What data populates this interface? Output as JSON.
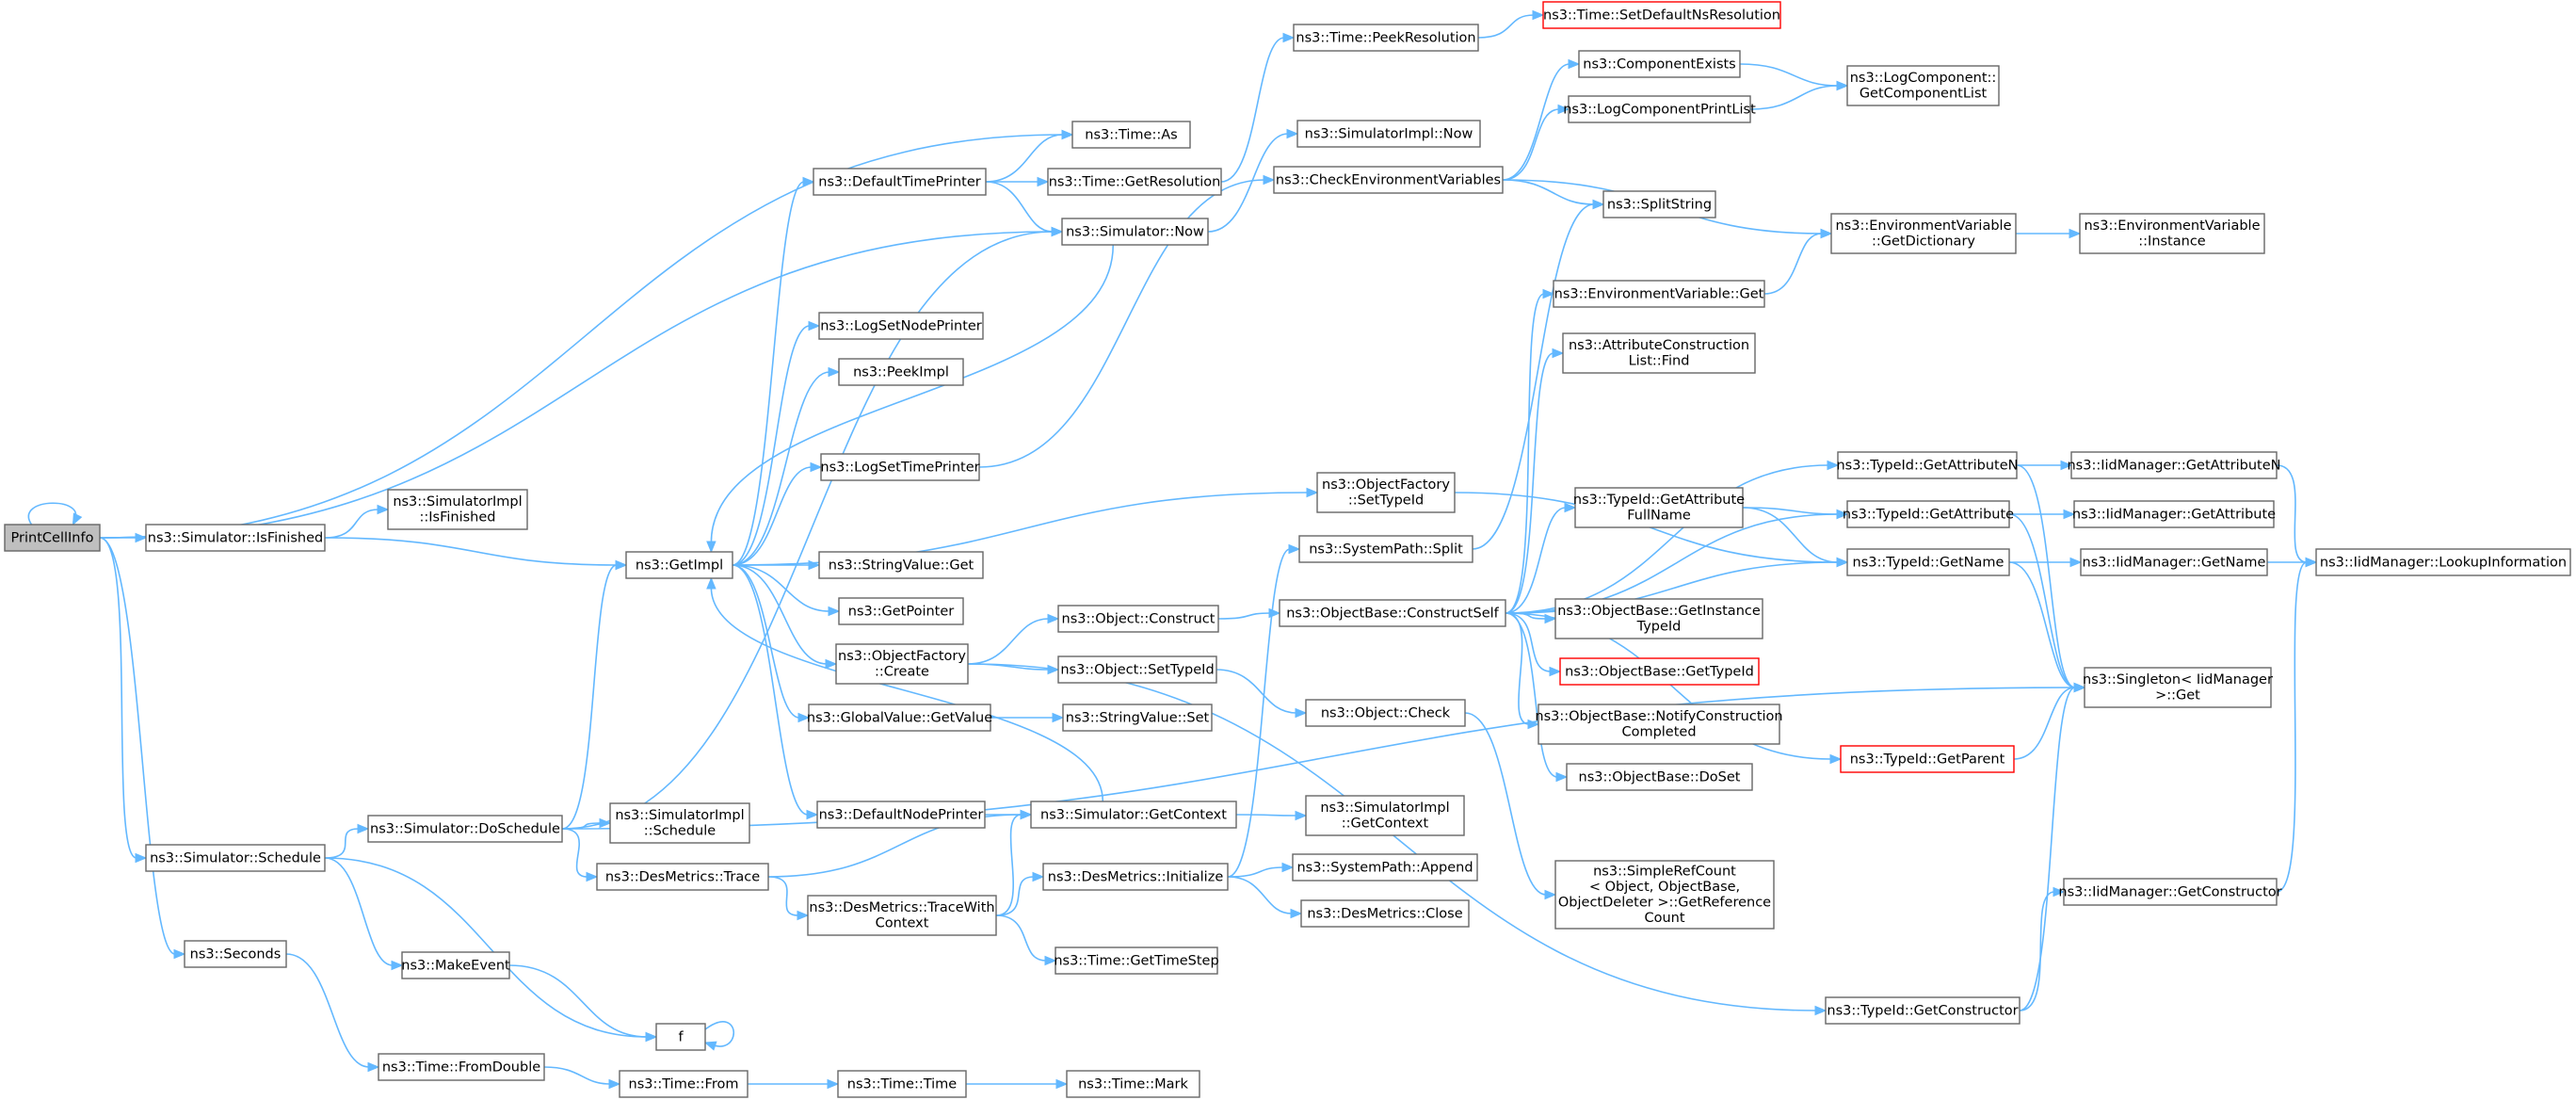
{
  "nodes": [
    {
      "id": "PrintCellInfo",
      "lines": [
        "PrintCellInfo"
      ],
      "root": true
    },
    {
      "id": "IsFinished",
      "lines": [
        "ns3::Simulator::IsFinished"
      ]
    },
    {
      "id": "SimImplIsFinished",
      "lines": [
        "ns3::SimulatorImpl",
        "::IsFinished"
      ]
    },
    {
      "id": "Schedule",
      "lines": [
        "ns3::Simulator::Schedule"
      ]
    },
    {
      "id": "Seconds",
      "lines": [
        "ns3::Seconds"
      ]
    },
    {
      "id": "DoSchedule",
      "lines": [
        "ns3::Simulator::DoSchedule"
      ]
    },
    {
      "id": "SimImplSchedule",
      "lines": [
        "ns3::SimulatorImpl",
        "::Schedule"
      ]
    },
    {
      "id": "MakeEvent",
      "lines": [
        "ns3::MakeEvent"
      ]
    },
    {
      "id": "f",
      "lines": [
        "f"
      ]
    },
    {
      "id": "FromDouble",
      "lines": [
        "ns3::Time::FromDouble"
      ]
    },
    {
      "id": "TimeFrom",
      "lines": [
        "ns3::Time::From"
      ]
    },
    {
      "id": "TimeTime",
      "lines": [
        "ns3::Time::Time"
      ]
    },
    {
      "id": "TimeMark",
      "lines": [
        "ns3::Time::Mark"
      ]
    },
    {
      "id": "GetImpl",
      "lines": [
        "ns3::GetImpl"
      ]
    },
    {
      "id": "DefaultTimePrinter",
      "lines": [
        "ns3::DefaultTimePrinter"
      ]
    },
    {
      "id": "LogSetNodePrinter",
      "lines": [
        "ns3::LogSetNodePrinter"
      ]
    },
    {
      "id": "PeekImpl",
      "lines": [
        "ns3::PeekImpl"
      ]
    },
    {
      "id": "LogSetTimePrinter",
      "lines": [
        "ns3::LogSetTimePrinter"
      ]
    },
    {
      "id": "StringValueGet",
      "lines": [
        "ns3::StringValue::Get"
      ]
    },
    {
      "id": "GetPointer",
      "lines": [
        "ns3::GetPointer"
      ]
    },
    {
      "id": "ObjectFactoryCreate",
      "lines": [
        "ns3::ObjectFactory",
        "::Create"
      ]
    },
    {
      "id": "GlobalValueGetValue",
      "lines": [
        "ns3::GlobalValue::GetValue"
      ]
    },
    {
      "id": "DefaultNodePrinter",
      "lines": [
        "ns3::DefaultNodePrinter"
      ]
    },
    {
      "id": "DesMetricsTrace",
      "lines": [
        "ns3::DesMetrics::Trace"
      ]
    },
    {
      "id": "TraceWithContext",
      "lines": [
        "ns3::DesMetrics::TraceWith",
        "Context"
      ]
    },
    {
      "id": "TimeAs",
      "lines": [
        "ns3::Time::As"
      ]
    },
    {
      "id": "GetResolution",
      "lines": [
        "ns3::Time::GetResolution"
      ]
    },
    {
      "id": "SimulatorNow",
      "lines": [
        "ns3::Simulator::Now"
      ]
    },
    {
      "id": "PeekResolution",
      "lines": [
        "ns3::Time::PeekResolution"
      ]
    },
    {
      "id": "SetDefaultNsResolution",
      "lines": [
        "ns3::Time::SetDefaultNsResolution"
      ],
      "red": true
    },
    {
      "id": "ObjectConstruct",
      "lines": [
        "ns3::Object::Construct"
      ]
    },
    {
      "id": "ObjectSetTypeId",
      "lines": [
        "ns3::Object::SetTypeId"
      ]
    },
    {
      "id": "StringValueSet",
      "lines": [
        "ns3::StringValue::Set"
      ]
    },
    {
      "id": "SimGetContext",
      "lines": [
        "ns3::Simulator::GetContext"
      ]
    },
    {
      "id": "DesInitialize",
      "lines": [
        "ns3::DesMetrics::Initialize"
      ]
    },
    {
      "id": "TimeGetTimeStep",
      "lines": [
        "ns3::Time::GetTimeStep"
      ]
    },
    {
      "id": "SimImplNow",
      "lines": [
        "ns3::SimulatorImpl::Now"
      ]
    },
    {
      "id": "CheckEnv",
      "lines": [
        "ns3::CheckEnvironmentVariables"
      ]
    },
    {
      "id": "OFSetTypeId",
      "lines": [
        "ns3::ObjectFactory",
        "::SetTypeId"
      ]
    },
    {
      "id": "SystemPathSplit",
      "lines": [
        "ns3::SystemPath::Split"
      ]
    },
    {
      "id": "ConstructSelf",
      "lines": [
        "ns3::ObjectBase::ConstructSelf"
      ]
    },
    {
      "id": "ObjectCheck",
      "lines": [
        "ns3::Object::Check"
      ]
    },
    {
      "id": "SimImplGetContext",
      "lines": [
        "ns3::SimulatorImpl",
        "::GetContext"
      ]
    },
    {
      "id": "SystemPathAppend",
      "lines": [
        "ns3::SystemPath::Append"
      ]
    },
    {
      "id": "DesClose",
      "lines": [
        "ns3::DesMetrics::Close"
      ]
    },
    {
      "id": "ComponentExists",
      "lines": [
        "ns3::ComponentExists"
      ]
    },
    {
      "id": "LogComponentPrintList",
      "lines": [
        "ns3::LogComponentPrintList"
      ]
    },
    {
      "id": "SplitString",
      "lines": [
        "ns3::SplitString"
      ]
    },
    {
      "id": "EnvGet",
      "lines": [
        "ns3::EnvironmentVariable::Get"
      ]
    },
    {
      "id": "AttrConstructionFind",
      "lines": [
        "ns3::AttributeConstruction",
        "List::Find"
      ]
    },
    {
      "id": "TypeIdGetAttributeFullName",
      "lines": [
        "ns3::TypeId::GetAttribute",
        "FullName"
      ]
    },
    {
      "id": "GetInstanceTypeId",
      "lines": [
        "ns3::ObjectBase::GetInstance",
        "TypeId"
      ]
    },
    {
      "id": "ObjectBaseGetTypeId",
      "lines": [
        "ns3::ObjectBase::GetTypeId"
      ],
      "red": true
    },
    {
      "id": "NotifyConstructionCompleted",
      "lines": [
        "ns3::ObjectBase::NotifyConstruction",
        "Completed"
      ]
    },
    {
      "id": "ObjectBaseDoSet",
      "lines": [
        "ns3::ObjectBase::DoSet"
      ]
    },
    {
      "id": "SimpleRefCount",
      "lines": [
        "ns3::SimpleRefCount",
        "< Object, ObjectBase,",
        "ObjectDeleter >::GetReference",
        "Count"
      ]
    },
    {
      "id": "LogComponentGetComponentList",
      "lines": [
        "ns3::LogComponent::",
        "GetComponentList"
      ]
    },
    {
      "id": "EnvGetDictionary",
      "lines": [
        "ns3::EnvironmentVariable",
        "::GetDictionary"
      ]
    },
    {
      "id": "EnvInstance",
      "lines": [
        "ns3::EnvironmentVariable",
        "::Instance"
      ]
    },
    {
      "id": "TypeIdGetAttributeN",
      "lines": [
        "ns3::TypeId::GetAttributeN"
      ]
    },
    {
      "id": "TypeIdGetAttribute",
      "lines": [
        "ns3::TypeId::GetAttribute"
      ]
    },
    {
      "id": "TypeIdGetName",
      "lines": [
        "ns3::TypeId::GetName"
      ]
    },
    {
      "id": "TypeIdGetParent",
      "lines": [
        "ns3::TypeId::GetParent"
      ],
      "red": true
    },
    {
      "id": "TypeIdGetConstructor",
      "lines": [
        "ns3::TypeId::GetConstructor"
      ]
    },
    {
      "id": "IidGetAttributeN",
      "lines": [
        "ns3::IidManager::GetAttributeN"
      ]
    },
    {
      "id": "IidGetAttribute",
      "lines": [
        "ns3::IidManager::GetAttribute"
      ]
    },
    {
      "id": "IidGetName",
      "lines": [
        "ns3::IidManager::GetName"
      ]
    },
    {
      "id": "SingletonGet",
      "lines": [
        "ns3::Singleton< IidManager",
        ">::Get"
      ]
    },
    {
      "id": "IidGetConstructor",
      "lines": [
        "ns3::IidManager::GetConstructor"
      ]
    },
    {
      "id": "IidLookupInformation",
      "lines": [
        "ns3::IidManager::LookupInformation"
      ]
    }
  ],
  "edges": [
    [
      "PrintCellInfo",
      "PrintCellInfo"
    ],
    [
      "PrintCellInfo",
      "IsFinished"
    ],
    [
      "PrintCellInfo",
      "TimeAs"
    ],
    [
      "PrintCellInfo",
      "SimulatorNow"
    ],
    [
      "PrintCellInfo",
      "Schedule"
    ],
    [
      "PrintCellInfo",
      "Seconds"
    ],
    [
      "IsFinished",
      "SimImplIsFinished"
    ],
    [
      "IsFinished",
      "GetImpl"
    ],
    [
      "Schedule",
      "DoSchedule"
    ],
    [
      "Schedule",
      "MakeEvent"
    ],
    [
      "Schedule",
      "f"
    ],
    [
      "Seconds",
      "FromDouble"
    ],
    [
      "DoSchedule",
      "SimImplSchedule"
    ],
    [
      "DoSchedule",
      "GetImpl"
    ],
    [
      "DoSchedule",
      "SimulatorNow"
    ],
    [
      "DoSchedule",
      "DesMetricsTrace"
    ],
    [
      "DoSchedule",
      "SingletonGet"
    ],
    [
      "MakeEvent",
      "f"
    ],
    [
      "f",
      "f"
    ],
    [
      "FromDouble",
      "TimeFrom"
    ],
    [
      "TimeFrom",
      "TimeTime"
    ],
    [
      "TimeTime",
      "TimeMark"
    ],
    [
      "GetImpl",
      "DefaultTimePrinter"
    ],
    [
      "GetImpl",
      "LogSetNodePrinter"
    ],
    [
      "GetImpl",
      "PeekImpl"
    ],
    [
      "GetImpl",
      "LogSetTimePrinter"
    ],
    [
      "GetImpl",
      "OFSetTypeId"
    ],
    [
      "GetImpl",
      "StringValueGet"
    ],
    [
      "GetImpl",
      "GetPointer"
    ],
    [
      "GetImpl",
      "ObjectFactoryCreate"
    ],
    [
      "GetImpl",
      "GlobalValueGetValue"
    ],
    [
      "GetImpl",
      "DefaultNodePrinter"
    ],
    [
      "DefaultTimePrinter",
      "TimeAs"
    ],
    [
      "DefaultTimePrinter",
      "GetResolution"
    ],
    [
      "DefaultTimePrinter",
      "SimulatorNow"
    ],
    [
      "GetResolution",
      "PeekResolution"
    ],
    [
      "PeekResolution",
      "SetDefaultNsResolution"
    ],
    [
      "SimulatorNow",
      "SimImplNow"
    ],
    [
      "SimulatorNow",
      "GetImpl"
    ],
    [
      "LogSetTimePrinter",
      "CheckEnv"
    ],
    [
      "ObjectFactoryCreate",
      "ObjectConstruct"
    ],
    [
      "ObjectFactoryCreate",
      "ObjectSetTypeId"
    ],
    [
      "ObjectFactoryCreate",
      "TypeIdGetConstructor"
    ],
    [
      "GlobalValueGetValue",
      "StringValueSet"
    ],
    [
      "DefaultNodePrinter",
      "SimGetContext"
    ],
    [
      "DesMetricsTrace",
      "SimGetContext"
    ],
    [
      "DesMetricsTrace",
      "TraceWithContext"
    ],
    [
      "TraceWithContext",
      "DesInitialize"
    ],
    [
      "TraceWithContext",
      "TimeGetTimeStep"
    ],
    [
      "TraceWithContext",
      "SimGetContext"
    ],
    [
      "SimGetContext",
      "SimImplGetContext"
    ],
    [
      "SimGetContext",
      "GetImpl"
    ],
    [
      "ObjectConstruct",
      "ConstructSelf"
    ],
    [
      "ObjectSetTypeId",
      "ObjectCheck"
    ],
    [
      "ObjectCheck",
      "SimpleRefCount"
    ],
    [
      "DesInitialize",
      "SystemPathSplit"
    ],
    [
      "DesInitialize",
      "SystemPathAppend"
    ],
    [
      "DesInitialize",
      "DesClose"
    ],
    [
      "SystemPathSplit",
      "SplitString"
    ],
    [
      "OFSetTypeId",
      "TypeIdGetName"
    ],
    [
      "CheckEnv",
      "ComponentExists"
    ],
    [
      "CheckEnv",
      "LogComponentPrintList"
    ],
    [
      "CheckEnv",
      "SplitString"
    ],
    [
      "CheckEnv",
      "EnvGetDictionary"
    ],
    [
      "ComponentExists",
      "LogComponentGetComponentList"
    ],
    [
      "LogComponentPrintList",
      "LogComponentGetComponentList"
    ],
    [
      "EnvGet",
      "EnvGetDictionary"
    ],
    [
      "EnvGetDictionary",
      "EnvInstance"
    ],
    [
      "ConstructSelf",
      "EnvGet"
    ],
    [
      "ConstructSelf",
      "AttrConstructionFind"
    ],
    [
      "ConstructSelf",
      "TypeIdGetAttributeFullName"
    ],
    [
      "ConstructSelf",
      "TypeIdGetAttributeN"
    ],
    [
      "ConstructSelf",
      "TypeIdGetAttribute"
    ],
    [
      "ConstructSelf",
      "TypeIdGetName"
    ],
    [
      "ConstructSelf",
      "GetInstanceTypeId"
    ],
    [
      "ConstructSelf",
      "ObjectBaseGetTypeId"
    ],
    [
      "ConstructSelf",
      "NotifyConstructionCompleted"
    ],
    [
      "ConstructSelf",
      "ObjectBaseDoSet"
    ],
    [
      "ConstructSelf",
      "TypeIdGetParent"
    ],
    [
      "TypeIdGetAttributeFullName",
      "TypeIdGetAttribute"
    ],
    [
      "TypeIdGetAttributeFullName",
      "TypeIdGetName"
    ],
    [
      "TypeIdGetAttributeN",
      "IidGetAttributeN"
    ],
    [
      "TypeIdGetAttributeN",
      "SingletonGet"
    ],
    [
      "TypeIdGetAttribute",
      "IidGetAttribute"
    ],
    [
      "TypeIdGetAttribute",
      "SingletonGet"
    ],
    [
      "TypeIdGetName",
      "IidGetName"
    ],
    [
      "TypeIdGetName",
      "SingletonGet"
    ],
    [
      "TypeIdGetParent",
      "SingletonGet"
    ],
    [
      "TypeIdGetConstructor",
      "IidGetConstructor"
    ],
    [
      "TypeIdGetConstructor",
      "SingletonGet"
    ],
    [
      "IidGetAttributeN",
      "IidLookupInformation"
    ],
    [
      "IidGetName",
      "IidLookupInformation"
    ],
    [
      "IidGetConstructor",
      "IidLookupInformation"
    ]
  ]
}
